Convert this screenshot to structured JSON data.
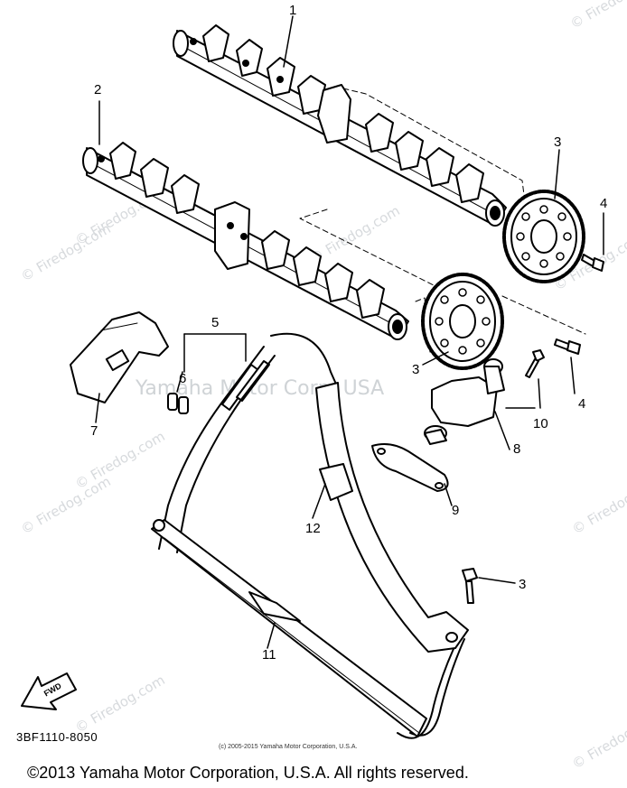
{
  "watermark": {
    "site": "© Firedog.com",
    "center_text": "Yamaha Motor Corp, USA"
  },
  "callouts": {
    "c1": "1",
    "c2": "2",
    "c3a": "3",
    "c3b": "3",
    "c3c": "3",
    "c4a": "4",
    "c4b": "4",
    "c5": "5",
    "c6": "6",
    "c7": "7",
    "c8": "8",
    "c9": "9",
    "c10": "10",
    "c11": "11",
    "c12": "12"
  },
  "fwd_label": "FWD",
  "diagram_code": "3BF1110-8050",
  "small_copyright": "(c) 2005-2015 Yamaha Motor Corporation, U.S.A.",
  "copyright": "©2013 Yamaha Motor Corporation, U.S.A. All rights reserved."
}
